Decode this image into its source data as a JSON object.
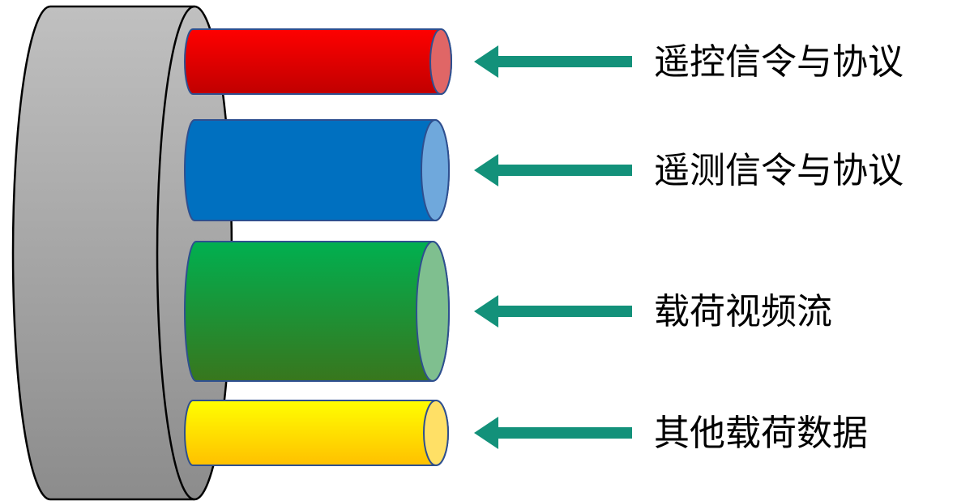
{
  "channels": [
    {
      "id": "telecontrol",
      "label": "遥控信令与协议",
      "colors": {
        "top": "#ff0000",
        "bottom": "#c00000",
        "end": "#e06666",
        "edge": "#2e4f8f"
      }
    },
    {
      "id": "telemetry",
      "label": "遥测信令与协议",
      "colors": {
        "top": "#0070c0",
        "bottom": "#0070c0",
        "end": "#6fa8dc",
        "edge": "#2e4f8f"
      }
    },
    {
      "id": "payload-video",
      "label": "载荷视频流",
      "colors": {
        "top": "#00b050",
        "bottom": "#38761d",
        "end": "#7fbf8f",
        "edge": "#2e4f8f"
      }
    },
    {
      "id": "other-payload",
      "label": "其他载荷数据",
      "colors": {
        "top": "#ffff00",
        "bottom": "#ffc000",
        "end": "#ffe066",
        "edge": "#2e4f8f"
      }
    }
  ],
  "arrow_color": "#13917a",
  "cable_colors": {
    "light": "#c0c0c0",
    "dark": "#8c8c8c",
    "outline": "#000000"
  }
}
